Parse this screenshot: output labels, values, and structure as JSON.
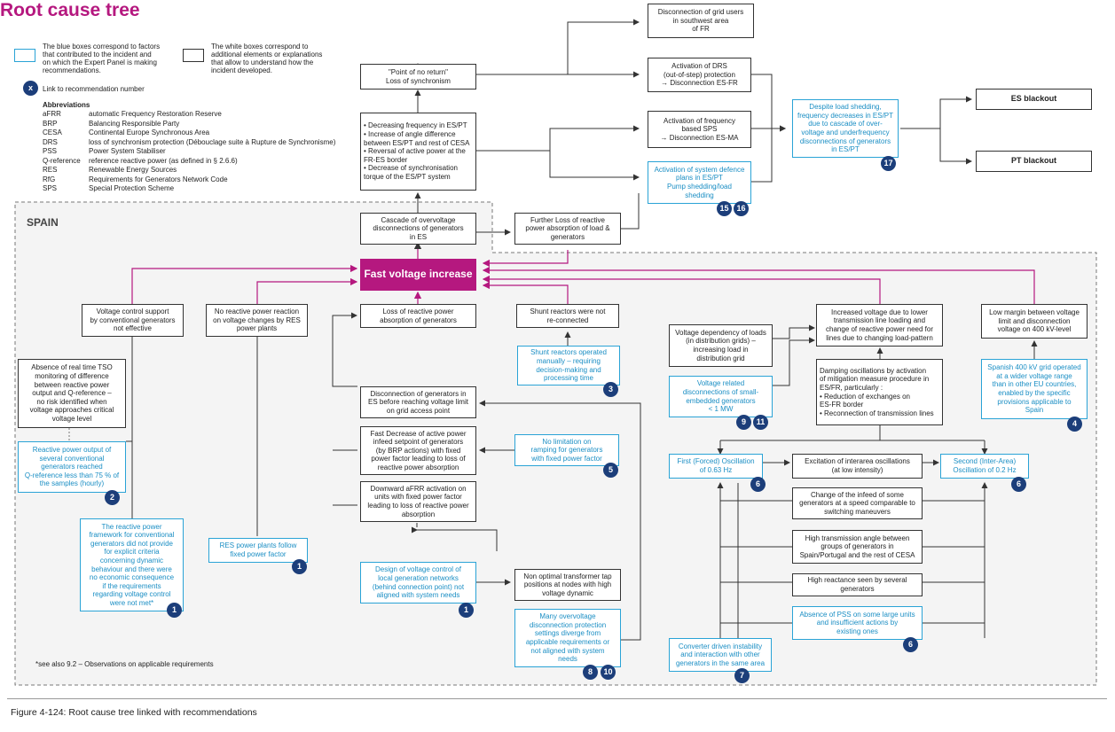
{
  "title": "Root cause tree",
  "legend": {
    "blue_text": "The blue boxes correspond to factors\nthat contributed to the incident and\non which the Expert Panel is making\nrecommendations.",
    "white_text": "The white boxes correspond to\nadditional elements or explanations\nthat allow to understand how the\nincident developed.",
    "badge_symbol": "x",
    "badge_text": "Link to recommendation number"
  },
  "abbreviations": {
    "heading": "Abbreviations",
    "items": [
      {
        "key": "aFRR",
        "value": "automatic Frequency Restoration Reserve"
      },
      {
        "key": "BRP",
        "value": "Balancing Responsible Party"
      },
      {
        "key": "CESA",
        "value": "Continental Europe Synchronous Area"
      },
      {
        "key": "DRS",
        "value": "loss of synchronism protection (Débouclage suite à Rupture de Synchronisme)"
      },
      {
        "key": "PSS",
        "value": "Power System Stabiliser"
      },
      {
        "key": "Q-reference",
        "value": "reference reactive power (as defined in § 2.6.6)"
      },
      {
        "key": "RES",
        "value": "Renewable Energy Sources"
      },
      {
        "key": "RfG",
        "value": "Requirements for Generators Network Code"
      },
      {
        "key": "SPS",
        "value": "Special Protection Scheme"
      }
    ]
  },
  "region_label": "SPAIN",
  "boxes": {
    "disc_grid_users": "Disconnection of grid users\nin southwest area\nof FR",
    "point_no_return": "\"Point of no return\"\nLoss of synchronism",
    "drs_activation": "Activation of DRS\n(out-of-step) protection\n→ Disconnection ES-FR",
    "decreasing_freq": "• Decreasing frequency in ES/PT\n• Increase of angle difference\n  between ES/PT and rest of CESA\n• Reversal of active power at the\n  FR-ES border\n• Decrease of synchronisation\n  torque of the ES/PT system",
    "freq_sps": "Activation of frequency\nbased SPS\n→ Disconnection ES-MA",
    "defence_plans": "Activation of system defence\nplans in ES/PT\nPump shedding/load\nshedding",
    "load_shedding": "Despite load shedding,\nfrequency decreases in ES/PT\ndue to cascade of over-\nvoltage and underfrequency\ndisconnections of generators\nin ES/PT",
    "es_blackout": "ES blackout",
    "pt_blackout": "PT blackout",
    "cascade_overvoltage": "Cascade of overvoltage\ndisconnections of generators\nin ES",
    "further_loss": "Further Loss of reactive\npower absorption of load &\ngenerators",
    "fast_voltage": "Fast voltage increase",
    "voltage_control_support": "Voltage control support\nby conventional generators\nnot effective",
    "no_reactive_res": "No reactive power reaction\non voltage changes by RES\npower plants",
    "loss_reactive_absorption": "Loss of reactive power\nabsorption of generators",
    "shunt_reactors": "Shunt reactors were not\nre-connected",
    "increased_voltage": "Increased voltage due to lower\ntransmission line loading and\nchange of reactive power need for\nlines due to changing load-pattern",
    "low_margin": "Low margin between voltage\nlimit and disconnection\nvoltage on 400 kV-level",
    "absence_monitoring": "Absence of real time TSO\nmonitoring of difference\nbetween reactive power\noutput and Q-reference –\nno risk identified when\nvoltage approaches critical\nvoltage level",
    "reactive_output": "Reactive power output of\nseveral conventional\ngenerators reached\nQ-reference less than 75 % of\nthe samples (hourly)",
    "reactive_framework": "The reactive power\nframework for conventional\ngenerators did not provide\nfor explicit criteria\nconcerning dynamic\nbehaviour and there were\nno economic consequence\nif the requirements\nregarding voltage control\nwere not met*",
    "res_fixed_pf": "RES power plants follow\nfixed power factor",
    "shunt_manual": "Shunt reactors operated\nmanually – requiring\ndecision-making and\nprocessing time",
    "disc_generators_es": "Disconnection of generators in\nES before reaching voltage limit\non grid access point",
    "fast_decrease": "Fast Decrease of active power\ninfeed setpoint of generators\n(by BRP actions) with fixed\npower factor leading to loss of\nreactive power absorption",
    "no_limitation_ramping": "No limitation on\nramping for generators\nwith fixed power factor",
    "downward_afrr": "Downward aFRR activation on\nunits with fixed power factor\nleading to loss of reactive power\nabsorption",
    "design_voltage_control": "Design of voltage control of\nlocal generation networks\n(behind connection point) not\naligned with system needs",
    "non_optimal_tap": "Non optimal transformer tap\npositions at nodes with high\nvoltage dynamic",
    "many_overvoltage": "Many overvoltage\ndisconnection protection\nsettings diverge from\napplicable requirements or\nnot aligned with system\nneeds",
    "voltage_dependency": "Voltage dependency of loads\n(in distribution grids) –\nincreasing load in\ndistribution grid",
    "voltage_related_disc": "Voltage related\ndisconnections of small-\nembedded generators\n< 1 MW",
    "damping_oscillations": "Damping oscillations by activation\nof mitigation measure procedure in\nES/FR, particularly :\n• Reduction of exchanges on\n  ES-FR border\n• Reconnection of transmission lines",
    "spanish_400kv": "Spanish 400 kV grid operated\nat a wider voltage range\nthan in other EU countries,\nenabled by the specific\nprovisions applicable to\nSpain",
    "first_oscillation": "First (Forced) Oscillation\nof 0.63 Hz",
    "excitation_interarea": "Excitation of interarea oscillations\n(at low intensity)",
    "second_oscillation": "Second (Inter-Area)\nOscillation of 0.2 Hz",
    "change_infeed": "Change of the infeed of some\ngenerators at a speed comparable to\nswitching maneuvers",
    "high_angle": "High transmission angle between\ngroups of generators in\nSpain/Portugal and the rest of CESA",
    "high_reactance": "High reactance seen by several\ngenerators",
    "absence_pss": "Absence of PSS on some large units\nand insufficient actions by\nexisting ones",
    "converter_instability": "Converter driven instability\nand interaction with other\ngenerators in the same area"
  },
  "badges": {
    "b15": "15",
    "b16": "16",
    "b17": "17",
    "b2": "2",
    "b1a": "1",
    "b1b": "1",
    "b3": "3",
    "b5": "5",
    "b1c": "1",
    "b8": "8",
    "b10": "10",
    "b9": "9",
    "b11": "11",
    "b4": "4",
    "b6a": "6",
    "b6b": "6",
    "b6c": "6",
    "b7": "7"
  },
  "footnote": "*see also 9.2 – Observations on applicable requirements",
  "caption": "Figure 4-124:  Root cause tree linked with recommendations",
  "colors": {
    "magenta": "#b5187f",
    "blue": "#2aa3d6",
    "navy": "#1c3e7a"
  }
}
